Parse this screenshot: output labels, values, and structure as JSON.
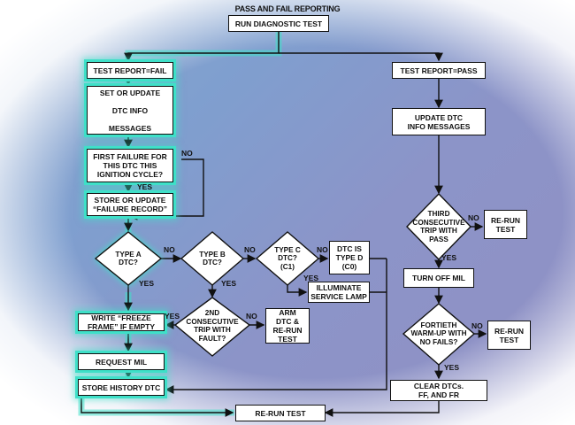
{
  "title": "PASS AND FAIL REPORTING",
  "nodes": {
    "run_diagnostic": "RUN DIAGNOSTIC TEST",
    "report_fail": "TEST REPORT=FAIL",
    "report_pass": "TEST REPORT=PASS",
    "set_update": "SET OR UPDATE\n\nDTC INFO\n\nMESSAGES",
    "first_failure": "FIRST FAILURE FOR\nTHIS DTC THIS\nIGNITION CYCLE?",
    "store_failure": "STORE OR UPDATE\n“FAILURE RECORD”",
    "type_a": "TYPE A\nDTC?",
    "type_b": "TYPE B\nDTC?",
    "type_c": "TYPE C\nDTC?\n(C1)",
    "type_d": "DTC IS\nTYPE D\n(C0)",
    "illuminate": "ILLUMINATE\nSERVICE LAMP",
    "second_trip": "2ND\nCONSECUTIVE\nTRIP WITH\nFAULT?",
    "arm_dtc": "ARM\nDTC &\nRE-RUN\nTEST",
    "freeze_frame": "WRITE “FREEZE\nFRAME” IF EMPTY",
    "request_mil": "REQUEST MIL",
    "store_history": "STORE HISTORY DTC",
    "rerun_bottom": "RE-RUN TEST",
    "update_dtc_info": "UPDATE DTC\nINFO MESSAGES",
    "third_trip": "THIRD\nCONSECUTIVE\nTRIP WITH\nPASS",
    "rerun_third": "RE-RUN\nTEST",
    "turn_off_mil": "TURN OFF MIL",
    "fortieth": "FORTIETH\nWARM-UP WITH\nNO FAILS?",
    "rerun_fortieth": "RE-RUN\nTEST",
    "clear_dtcs": "CLEAR DTCs.\nFF, AND FR"
  },
  "labels": {
    "yes": "YES",
    "no": "NO"
  },
  "colors": {
    "glow": "#3fe0c8",
    "line": "#111111"
  }
}
